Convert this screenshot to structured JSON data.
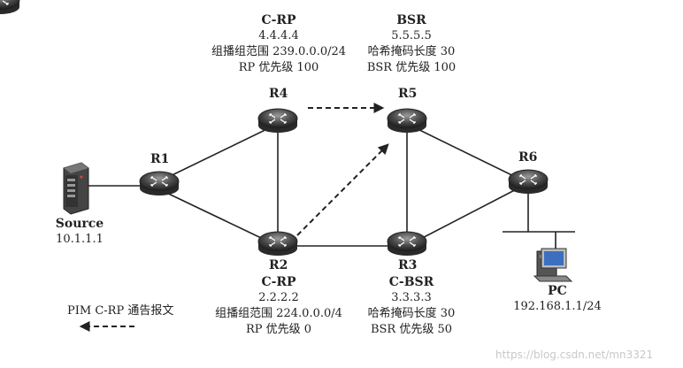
{
  "routers": {
    "r1": "R1",
    "r2": "R2",
    "r3": "R3",
    "r4": "R4",
    "r5": "R5",
    "r6": "R6"
  },
  "r4_info": {
    "role": "C-RP",
    "address": "4.4.4.4",
    "group_range": "组播组范围 239.0.0.0/24",
    "priority": "RP 优先级 100"
  },
  "r5_info": {
    "role": "BSR",
    "address": "5.5.5.5",
    "hash_mask": "哈希掩码长度 30",
    "priority": "BSR 优先级 100"
  },
  "r2_info": {
    "role": "C-RP",
    "address": "2.2.2.2",
    "group_range": "组播组范围 224.0.0.0/4",
    "priority": "RP 优先级 0"
  },
  "r3_info": {
    "role": "C-BSR",
    "address": "3.3.3.3",
    "hash_mask": "哈希掩码长度 30",
    "priority": "BSR 优先级 50"
  },
  "source": {
    "label": "Source",
    "address": "10.1.1.1"
  },
  "pc": {
    "label": "PC",
    "address": "192.168.1.1/24"
  },
  "legend": {
    "label": "PIM C-RP 通告报文"
  },
  "watermark": "https://blog.csdn.net/mn3321",
  "colors": {
    "router_dark": "#3a3a3a",
    "router_light": "#8a8a8a",
    "line": "#222222"
  },
  "icons": {
    "router": "router-icon",
    "server": "server-icon",
    "pc": "pc-icon",
    "arrow": "dashed-arrow-icon"
  }
}
